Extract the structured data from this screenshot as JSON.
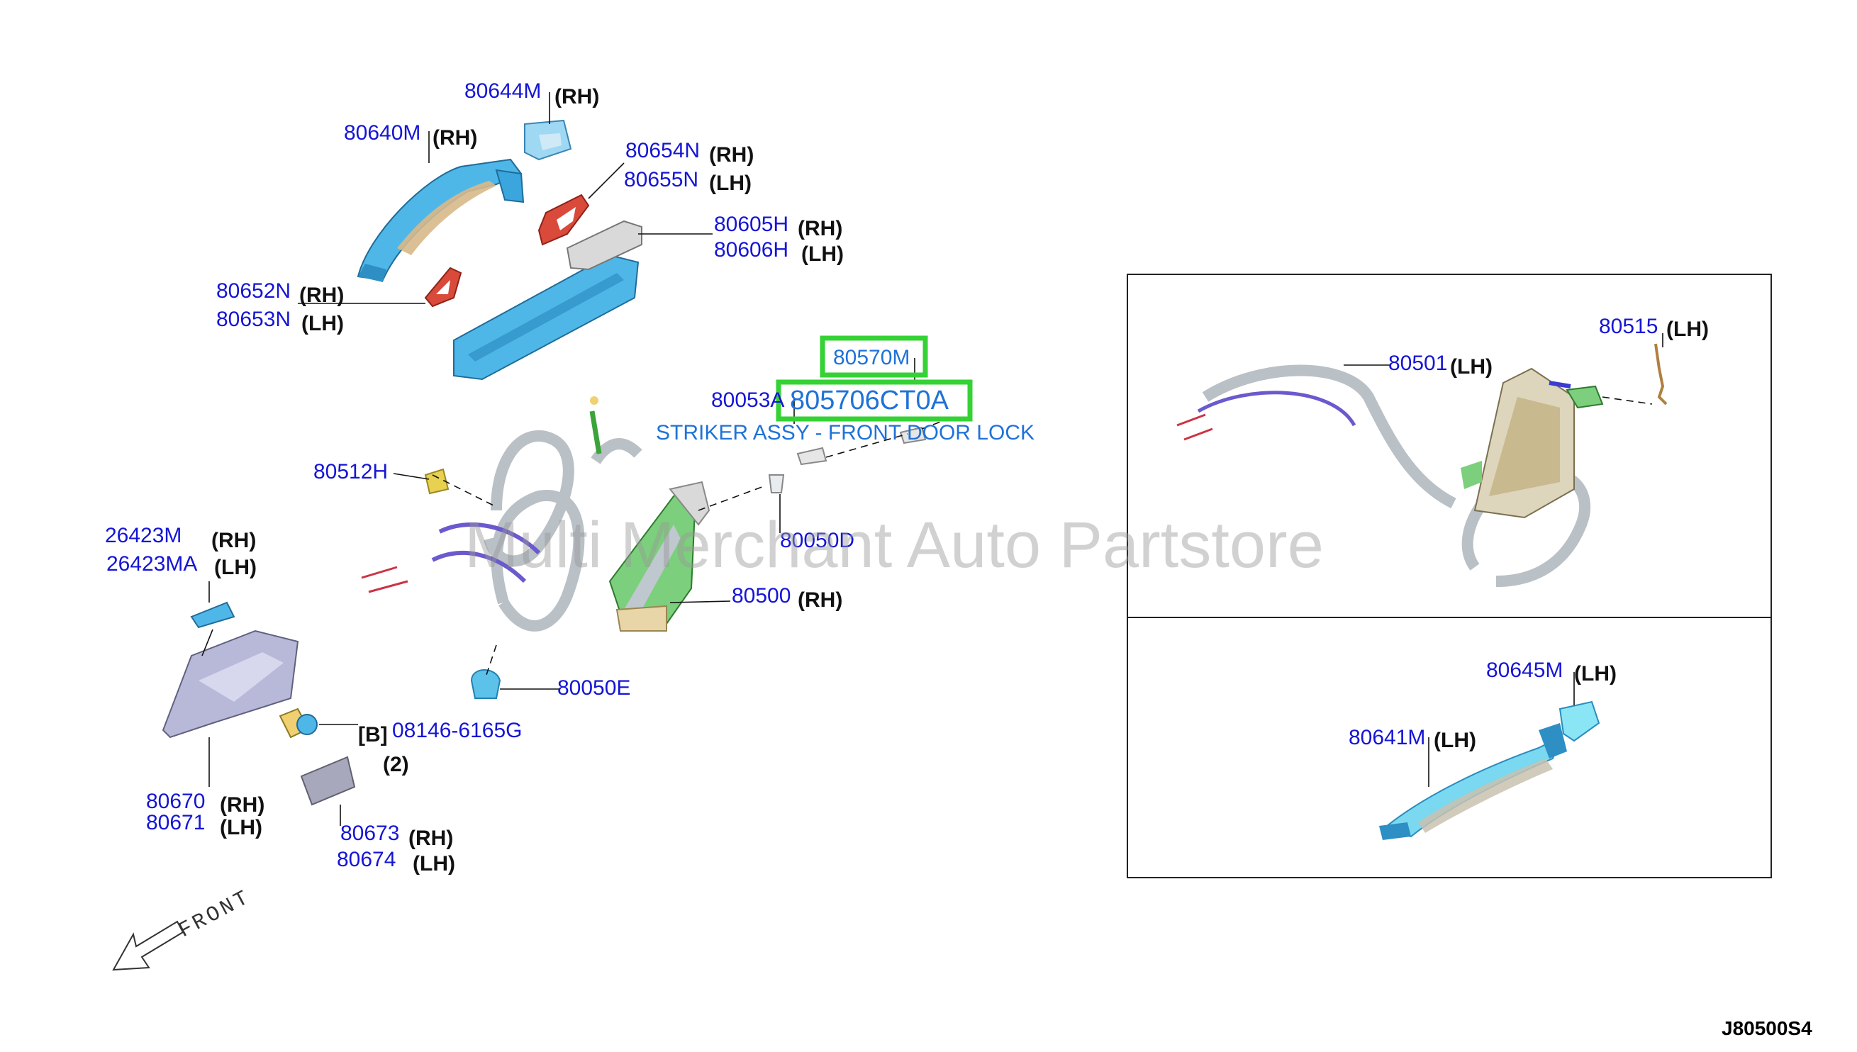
{
  "diagram_code": "J80500S4",
  "watermark": "Multi Merchant Auto Partstore",
  "direction_label": "FRONT",
  "highlight": {
    "part_ref": "80570M",
    "part_number": "805706CT0A",
    "description": "STRIKER ASSY - FRONT DOOR LOCK"
  },
  "callouts": {
    "p80644M": {
      "number": "80644M",
      "side": "(RH)"
    },
    "p80640M": {
      "number": "80640M",
      "side": "(RH)"
    },
    "p80654N": {
      "number": "80654N",
      "side": "(RH)"
    },
    "p80655N": {
      "number": "80655N",
      "side": "(LH)"
    },
    "p80605H": {
      "number": "80605H",
      "side": "(RH)"
    },
    "p80606H": {
      "number": "80606H",
      "side": "(LH)"
    },
    "p80652N": {
      "number": "80652N",
      "side": "(RH)"
    },
    "p80653N": {
      "number": "80653N",
      "side": "(LH)"
    },
    "p80053A": {
      "number": "80053A"
    },
    "p80512H": {
      "number": "80512H"
    },
    "p80050D": {
      "number": "80050D"
    },
    "p26423M": {
      "number": "26423M",
      "side": "(RH)"
    },
    "p26423MA": {
      "number": "26423MA",
      "side": "(LH)"
    },
    "p80500": {
      "number": "80500",
      "side": "(RH)"
    },
    "p80050E": {
      "number": "80050E"
    },
    "p08146": {
      "number": "08146-6165G",
      "prefix": "[B]",
      "qty": "(2)"
    },
    "p80670": {
      "number": "80670",
      "side": "(RH)"
    },
    "p80671": {
      "number": "80671",
      "side": "(LH)"
    },
    "p80673": {
      "number": "80673",
      "side": "(RH)"
    },
    "p80674": {
      "number": "80674",
      "side": "(LH)"
    },
    "p80501": {
      "number": "80501",
      "side": "(LH)"
    },
    "p80515": {
      "number": "80515",
      "side": "(LH)"
    },
    "p80645M": {
      "number": "80645M",
      "side": "(LH)"
    },
    "p80641M": {
      "number": "80641M",
      "side": "(LH)"
    }
  }
}
